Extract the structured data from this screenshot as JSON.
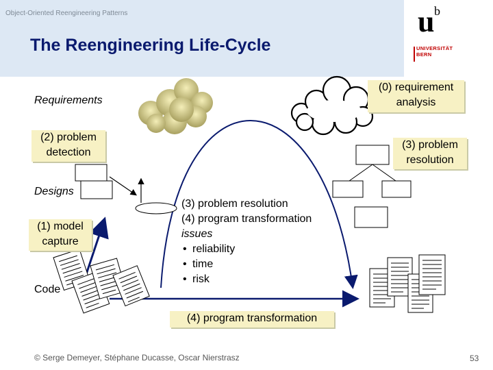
{
  "header": {
    "course": "Object-Oriented Reengineering Patterns",
    "title": "The Reengineering Life-Cycle"
  },
  "logo": {
    "mark_u": "u",
    "mark_b": "b",
    "line1": "UNIVERSITÄT",
    "line2": "BERN"
  },
  "levels": {
    "requirements": "Requirements",
    "designs": "Designs",
    "code": "Code"
  },
  "boxes": {
    "req_analysis": [
      "(0) requirement",
      "analysis"
    ],
    "problem_detection": [
      "(2) problem",
      "detection"
    ],
    "problem_resolution": [
      "(3) problem",
      "resolution"
    ],
    "model_capture": [
      "(1) model",
      "capture"
    ],
    "program_transformation": "(4) program transformation"
  },
  "center": {
    "line1": "(3) problem resolution",
    "line2": "(4) program transformation",
    "issues_heading": "issues",
    "issues": [
      "reliability",
      "time",
      "risk"
    ]
  },
  "footer": {
    "copyright": "© Serge Demeyer, Stéphane Ducasse, Oscar Nierstrasz",
    "page": "53"
  },
  "colors": {
    "header_band": "#dde8f4",
    "title": "#0a1a6e",
    "label_box": "#f7f1c4",
    "arrow": "#0a1a6e",
    "logo_red": "#c00000"
  }
}
